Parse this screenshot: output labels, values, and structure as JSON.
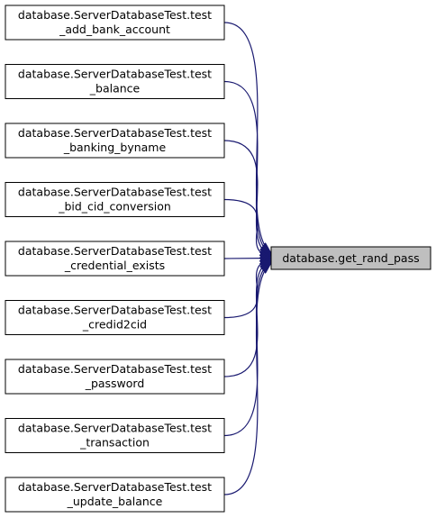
{
  "target": {
    "label": "database.get_rand_pass",
    "fill": "#bfbfbf"
  },
  "callers": [
    {
      "line1": "database.ServerDatabaseTest.test",
      "line2": "_add_bank_account"
    },
    {
      "line1": "database.ServerDatabaseTest.test",
      "line2": "_balance"
    },
    {
      "line1": "database.ServerDatabaseTest.test",
      "line2": "_banking_byname"
    },
    {
      "line1": "database.ServerDatabaseTest.test",
      "line2": "_bid_cid_conversion"
    },
    {
      "line1": "database.ServerDatabaseTest.test",
      "line2": "_credential_exists"
    },
    {
      "line1": "database.ServerDatabaseTest.test",
      "line2": "_credid2cid"
    },
    {
      "line1": "database.ServerDatabaseTest.test",
      "line2": "_password"
    },
    {
      "line1": "database.ServerDatabaseTest.test",
      "line2": "_transaction"
    },
    {
      "line1": "database.ServerDatabaseTest.test",
      "line2": "_update_balance"
    }
  ],
  "colors": {
    "edge": "#191970",
    "caller_fill": "#ffffff",
    "border": "#000000"
  }
}
